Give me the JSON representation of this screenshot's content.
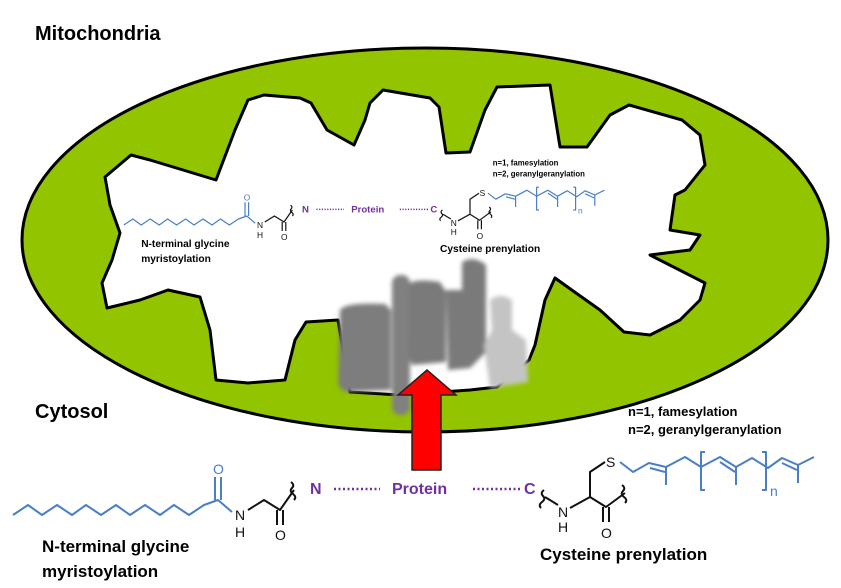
{
  "labels": {
    "mitochondria": "Mitochondria",
    "cytosol": "Cytosol"
  },
  "molecule": {
    "n_terminus": "N",
    "protein": "Protein",
    "c_terminus": "C",
    "myristoylation_line1": "N-terminal glycine",
    "myristoylation_line2": "myristoylation",
    "prenylation": "Cysteine prenylation",
    "n1_note": "n=1, famesylation",
    "n2_note": "n=2, geranylgeranylation",
    "repeat_n": "n",
    "atom_O": "O",
    "atom_N": "N",
    "atom_H": "H",
    "atom_S": "S"
  },
  "colors": {
    "matrix_green": "#92c400",
    "lipid_blue": "#4a7fc8",
    "protein_purple": "#7030a0",
    "arrow_red": "#ff0000",
    "protein_gray": "#7d7d7d"
  },
  "icons": {
    "arrow": "red-up-arrow",
    "protein_complex": "gray-protein-blob"
  }
}
